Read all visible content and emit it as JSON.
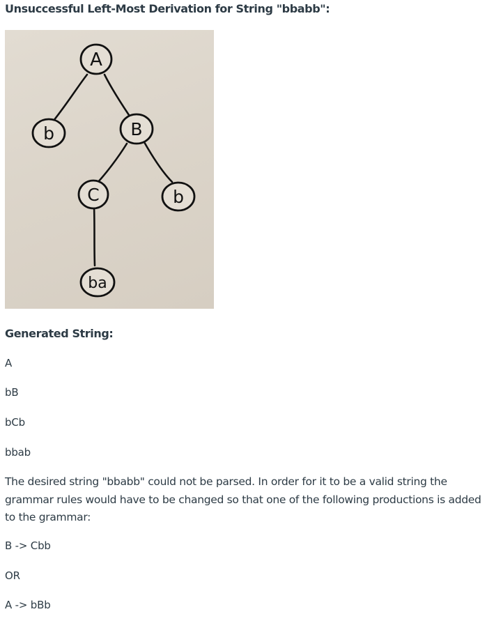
{
  "heading": "Unsuccessful Left-Most Derivation for String \"bbabb\":",
  "tree": {
    "nodes": {
      "root": "A",
      "left": "b",
      "right": "B",
      "right_left": "C",
      "right_right": "b",
      "leaf": "ba"
    }
  },
  "generated_label": "Generated String:",
  "steps": [
    "A",
    "bB",
    "bCb",
    "bbab"
  ],
  "explanation": "The desired string \"bbabb\" could not be parsed. In order for it to be a valid string the grammar rules would have to be changed so that one of the following productions is added to the grammar:",
  "productions": {
    "first": "B -> Cbb",
    "separator": "OR",
    "second": "A -> bBb"
  }
}
